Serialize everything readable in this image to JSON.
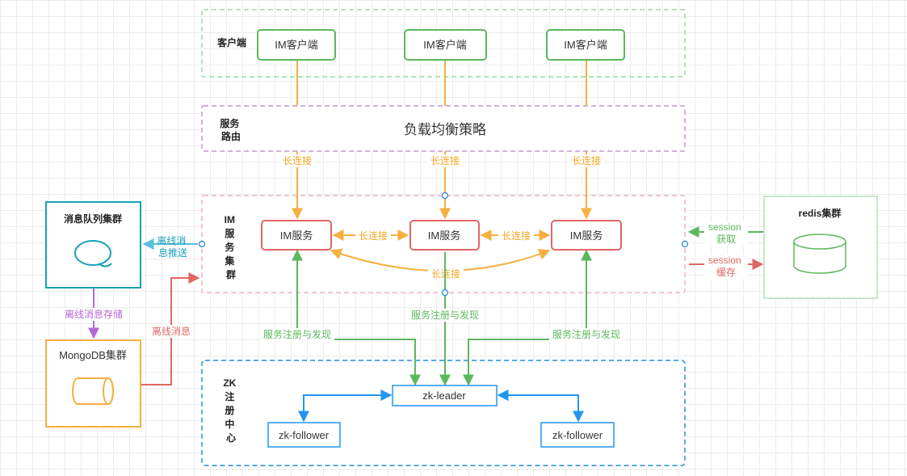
{
  "groups": {
    "client": {
      "title": "客户端"
    },
    "routing": {
      "title": [
        "服务",
        "路由"
      ],
      "center": "负载均衡策略"
    },
    "im": {
      "title": [
        "IM",
        "服",
        "务",
        "集",
        "群"
      ]
    },
    "zk": {
      "title": [
        "ZK",
        "注",
        "册",
        "中",
        "心"
      ]
    }
  },
  "nodes": {
    "im_client_1": "IM客户端",
    "im_client_2": "IM客户端",
    "im_client_3": "IM客户端",
    "im_service_1": "IM服务",
    "im_service_2": "IM服务",
    "im_service_3": "IM服务",
    "zk_leader": "zk-leader",
    "zk_follower_1": "zk-follower",
    "zk_follower_2": "zk-follower",
    "mq_cluster": "消息队列集群",
    "mongo_cluster": "MongoDB集群",
    "redis_cluster": "redis集群"
  },
  "labels": {
    "long_conn_1": "长连接",
    "long_conn_2": "长连接",
    "long_conn_3": "长连接",
    "long_conn_im_12": "长连接",
    "long_conn_im_23": "长连接",
    "long_conn_im_13": "长连接",
    "offline_push": [
      "离线消",
      "息推送"
    ],
    "offline_store": "离线消息存储",
    "offline_msg": "离线消息",
    "session_get": [
      "session",
      "获取"
    ],
    "session_cache": [
      "session",
      "缓存"
    ],
    "reg_1": "服务注册与发现",
    "reg_2": "服务注册与发现",
    "reg_3": "服务注册与发现"
  },
  "colors": {
    "green": "#5CB85C",
    "orange": "#F5B041",
    "purple": "#B568D6",
    "pink_border": "#F6C4CC",
    "red": "#E06666",
    "blue": "#2196F3",
    "cyan": "#17A2B8",
    "cyan_arrow": "#5BC0DE",
    "light_green": "#C8E6C9"
  }
}
